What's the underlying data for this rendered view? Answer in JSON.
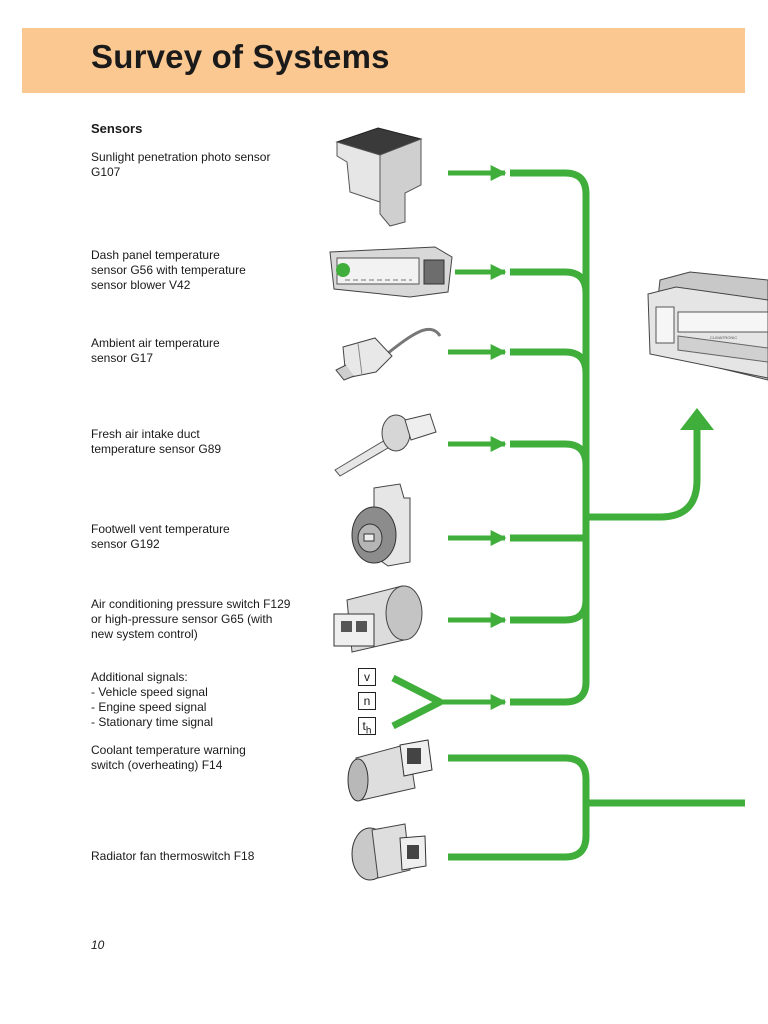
{
  "header": {
    "title": "Survey of Systems"
  },
  "section_title": "Sensors",
  "sensors": [
    {
      "label": "Sunlight penetration photo sensor\nG107"
    },
    {
      "label": "Dash panel temperature\nsensor G56 with temperature\nsensor blower V42"
    },
    {
      "label": "Ambient air temperature\nsensor G17"
    },
    {
      "label": "Fresh air intake duct\ntemperature sensor G89"
    },
    {
      "label": "Footwell vent temperature\nsensor G192"
    },
    {
      "label": "Air conditioning pressure switch F129\nor high-pressure sensor G65 (with\nnew system control)"
    },
    {
      "label": "Additional signals:\n-    Vehicle speed signal\n-    Engine speed signal\n-    Stationary time signal"
    },
    {
      "label": "Coolant temperature warning\nswitch (overheating) F14"
    },
    {
      "label": "Radiator fan thermoswitch F18"
    }
  ],
  "signal_symbols": [
    "v",
    "n",
    "t",
    "h"
  ],
  "control_unit_label": "CLIMATRONIC",
  "page_number": "10",
  "colors": {
    "header": "#fbc892",
    "arrow": "#3fae3a"
  }
}
